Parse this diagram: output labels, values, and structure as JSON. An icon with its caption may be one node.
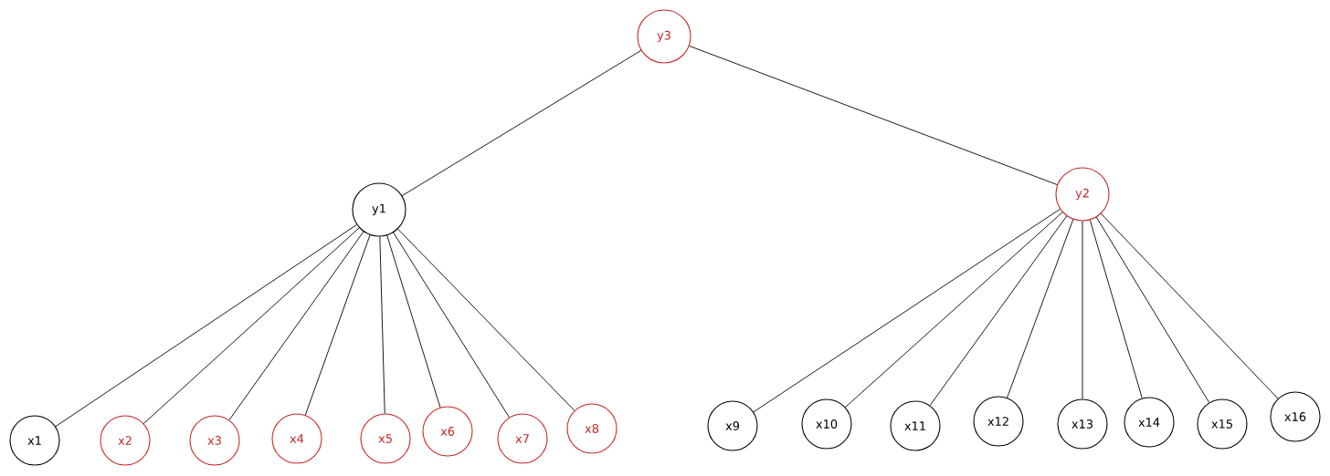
{
  "diagram": {
    "nodes": [
      {
        "text": [
          "y3"
        ]
      },
      {
        "text": [
          "y1"
        ]
      },
      {
        "text": [
          "y2"
        ]
      },
      {
        "text": [
          "x1"
        ]
      },
      {
        "text": [
          "x2"
        ]
      },
      {
        "text": [
          "x3"
        ]
      },
      {
        "text": [
          "x4"
        ]
      },
      {
        "text": [
          "x5"
        ]
      },
      {
        "text": [
          "x6"
        ]
      },
      {
        "text": [
          "x7"
        ]
      },
      {
        "text": [
          "x8"
        ]
      },
      {
        "text": [
          "x9"
        ]
      },
      {
        "text": [
          "x10"
        ]
      },
      {
        "text": [
          "x11"
        ]
      },
      {
        "text": [
          "x12"
        ]
      },
      {
        "text": [
          "x13"
        ]
      },
      {
        "text": [
          "x14"
        ]
      },
      {
        "text": [
          "x15"
        ]
      },
      {
        "text": [
          "x16"
        ]
      }
    ],
    "edges": [
      {
        "from": 0,
        "to": 1,
        "arrow": "none"
      },
      {
        "from": 0,
        "to": 2,
        "arrow": "none"
      },
      {
        "from": 1,
        "to": 3,
        "arrow": "none"
      },
      {
        "from": 1,
        "to": 4,
        "arrow": "none"
      },
      {
        "from": 1,
        "to": 5,
        "arrow": "none"
      },
      {
        "from": 1,
        "to": 6,
        "arrow": "none"
      },
      {
        "from": 1,
        "to": 7,
        "arrow": "none"
      },
      {
        "from": 1,
        "to": 8,
        "arrow": "none"
      },
      {
        "from": 1,
        "to": 9,
        "arrow": "none"
      },
      {
        "from": 1,
        "to": 10,
        "arrow": "none"
      },
      {
        "from": 2,
        "to": 11,
        "arrow": "none"
      },
      {
        "from": 2,
        "to": 12,
        "arrow": "none"
      },
      {
        "from": 2,
        "to": 13,
        "arrow": "none"
      },
      {
        "from": 2,
        "to": 14,
        "arrow": "none"
      },
      {
        "from": 2,
        "to": 15,
        "arrow": "none"
      },
      {
        "from": 2,
        "to": 16,
        "arrow": "none"
      },
      {
        "from": 2,
        "to": 17,
        "arrow": "none"
      },
      {
        "from": 2,
        "to": 18,
        "arrow": "none"
      }
    ]
  }
}
